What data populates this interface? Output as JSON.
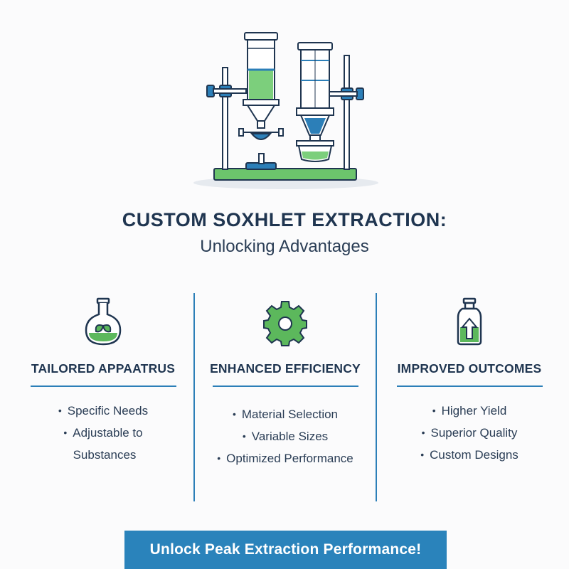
{
  "title": "CUSTOM SOXHLET EXTRACTION:",
  "subtitle": "Unlocking Advantages",
  "columns": [
    {
      "icon": "plant-flask-icon",
      "heading": "TAILORED APPAATRUS",
      "items": [
        "Specific Needs",
        "Adjustable to",
        "Substances"
      ]
    },
    {
      "icon": "gear-icon",
      "heading": "ENHANCED EFFICIENCY",
      "items": [
        "Material Selection",
        "Variable Sizes",
        "Optimized Performance"
      ]
    },
    {
      "icon": "bottle-arrow-icon",
      "heading": "IMPROVED OUTCOMES",
      "items": [
        "Higher Yield",
        "Superior Quality",
        "Custom Designs"
      ]
    }
  ],
  "cta_label": "Unlock Peak Extraction Performance!",
  "colors": {
    "navy": "#1f3550",
    "blue": "#2c7fb8",
    "green": "#5cb85c",
    "cta": "#2a83bb"
  }
}
